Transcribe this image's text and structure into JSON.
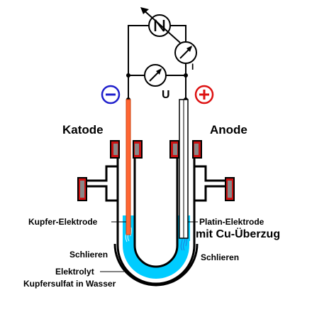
{
  "labels": {
    "katode": "Katode",
    "anode": "Anode",
    "kupfer_elektrode": "Kupfer-Elektrode",
    "platin_elektrode": "Platin-Elektrode",
    "cu_ueberzug": "mit Cu-Überzug",
    "schlieren_left": "Schlieren",
    "schlieren_right": "Schlieren",
    "elektrolyt": "Elektrolyt",
    "kupfersulfat": "Kupfersulfat in Wasser",
    "voltage": "U",
    "current_meter": "I",
    "minus": "−",
    "plus": "+"
  },
  "colors": {
    "electrolyte": "#00ccff",
    "copper": "#ff6633",
    "minus_sign": "#1f1fcc",
    "plus_sign": "#dd1111",
    "flange_red": "#cc1111",
    "flange_gray": "#888888"
  }
}
